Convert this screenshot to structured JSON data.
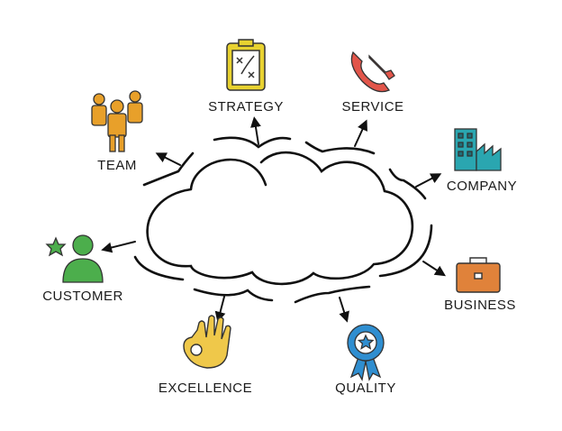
{
  "labels": {
    "team": "TEAM",
    "strategy": "STRATEGY",
    "service": "SERVICE",
    "company": "COMPANY",
    "business": "BUSINESS",
    "customer": "CUSTOMER",
    "excellence": "EXCELLENCE",
    "quality": "QUALITY"
  },
  "colors": {
    "team": "#e8a02a",
    "strategy": "#e8d230",
    "service": "#e2554a",
    "company": "#2aa6b0",
    "business": "#e0823a",
    "customer": "#4cae4c",
    "excellence": "#efc84a",
    "quality": "#2f8ed0",
    "ink": "#111111"
  }
}
